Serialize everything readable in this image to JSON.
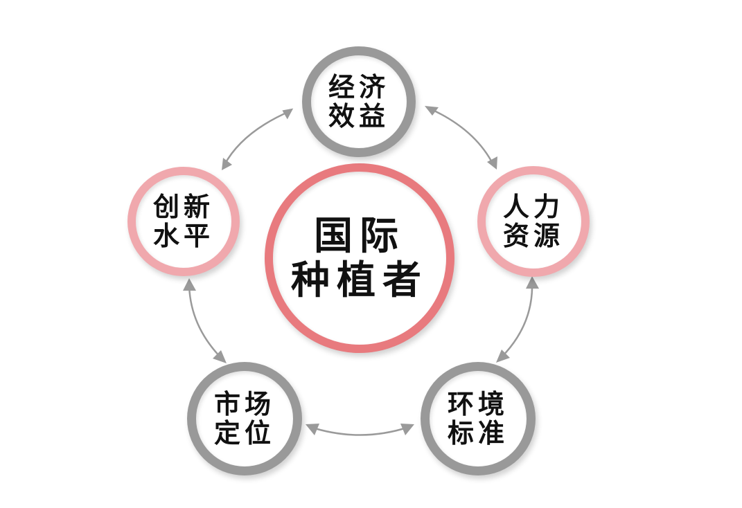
{
  "center": {
    "line1": "国际",
    "line2": "种植者",
    "ring_color": "#e87a7e"
  },
  "nodes": {
    "top": {
      "line1": "经济",
      "line2": "效益",
      "ring_color": "#999999"
    },
    "right": {
      "line1": "人力",
      "line2": "资源",
      "ring_color": "#f0a8ad"
    },
    "bottom_right": {
      "line1": "环境",
      "line2": "标准",
      "ring_color": "#999999"
    },
    "bottom_left": {
      "line1": "市场",
      "line2": "定位",
      "ring_color": "#999999"
    },
    "left": {
      "line1": "创新",
      "line2": "水平",
      "ring_color": "#f0a8ad"
    }
  },
  "arrow_color": "#9a9a9a"
}
